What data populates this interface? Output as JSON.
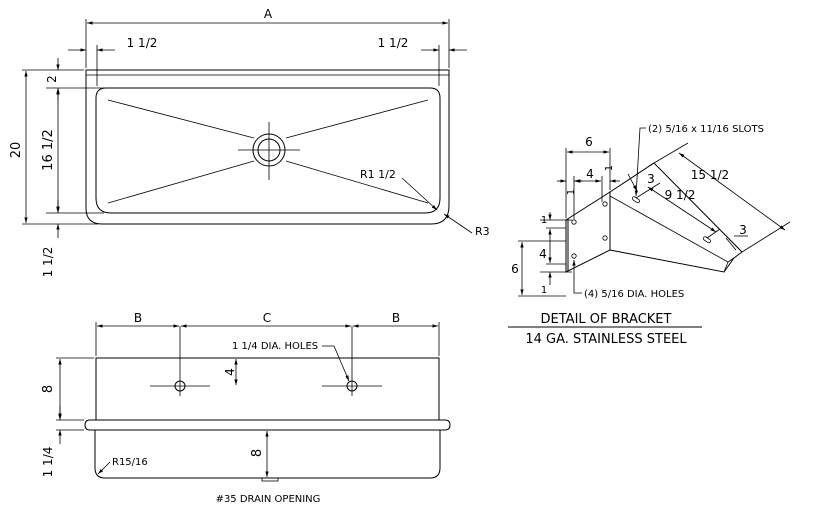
{
  "top_view": {
    "dim_length": "A",
    "dim_left_rim": "1 1/2",
    "dim_right_rim": "1 1/2",
    "dim_back_rim": "2",
    "dim_overall_depth": "20",
    "dim_bowl_depth": "16 1/2",
    "dim_front_rim": "1 1/2",
    "radius_bowl": "R1 1/2",
    "radius_corner": "R3"
  },
  "bracket_detail": {
    "dim_width": "6",
    "dim_slot_spacing": "4",
    "dim_slot_offset_left": "1",
    "dim_slot_offset_right": "1",
    "dim_height_outer": "6",
    "dim_height_hole_spacing": "4",
    "dim_height_top_offset": "1",
    "dim_height_bottom_offset": "1",
    "dim_length": "15 1/2",
    "dim_slot_from_end": "3",
    "dim_slot_spacing_arm": "9 1/2",
    "dim_slot_to_tip": "3",
    "note_slots": "(2) 5/16 x 11/16 SLOTS",
    "note_holes": "(4) 5/16 DIA. HOLES",
    "title": "DETAIL OF BRACKET",
    "material": "14 GA. STAINLESS STEEL"
  },
  "front_view": {
    "dim_b_left": "B",
    "dim_c": "C",
    "dim_b_right": "B",
    "note_holes": "1 1/4 DIA. HOLES",
    "dim_hole_height": "4",
    "dim_backsplash": "8",
    "dim_rim": "1 1/4",
    "dim_bowl": "8",
    "radius_note": "R15/16",
    "drain_note": "#35 DRAIN OPENING"
  }
}
